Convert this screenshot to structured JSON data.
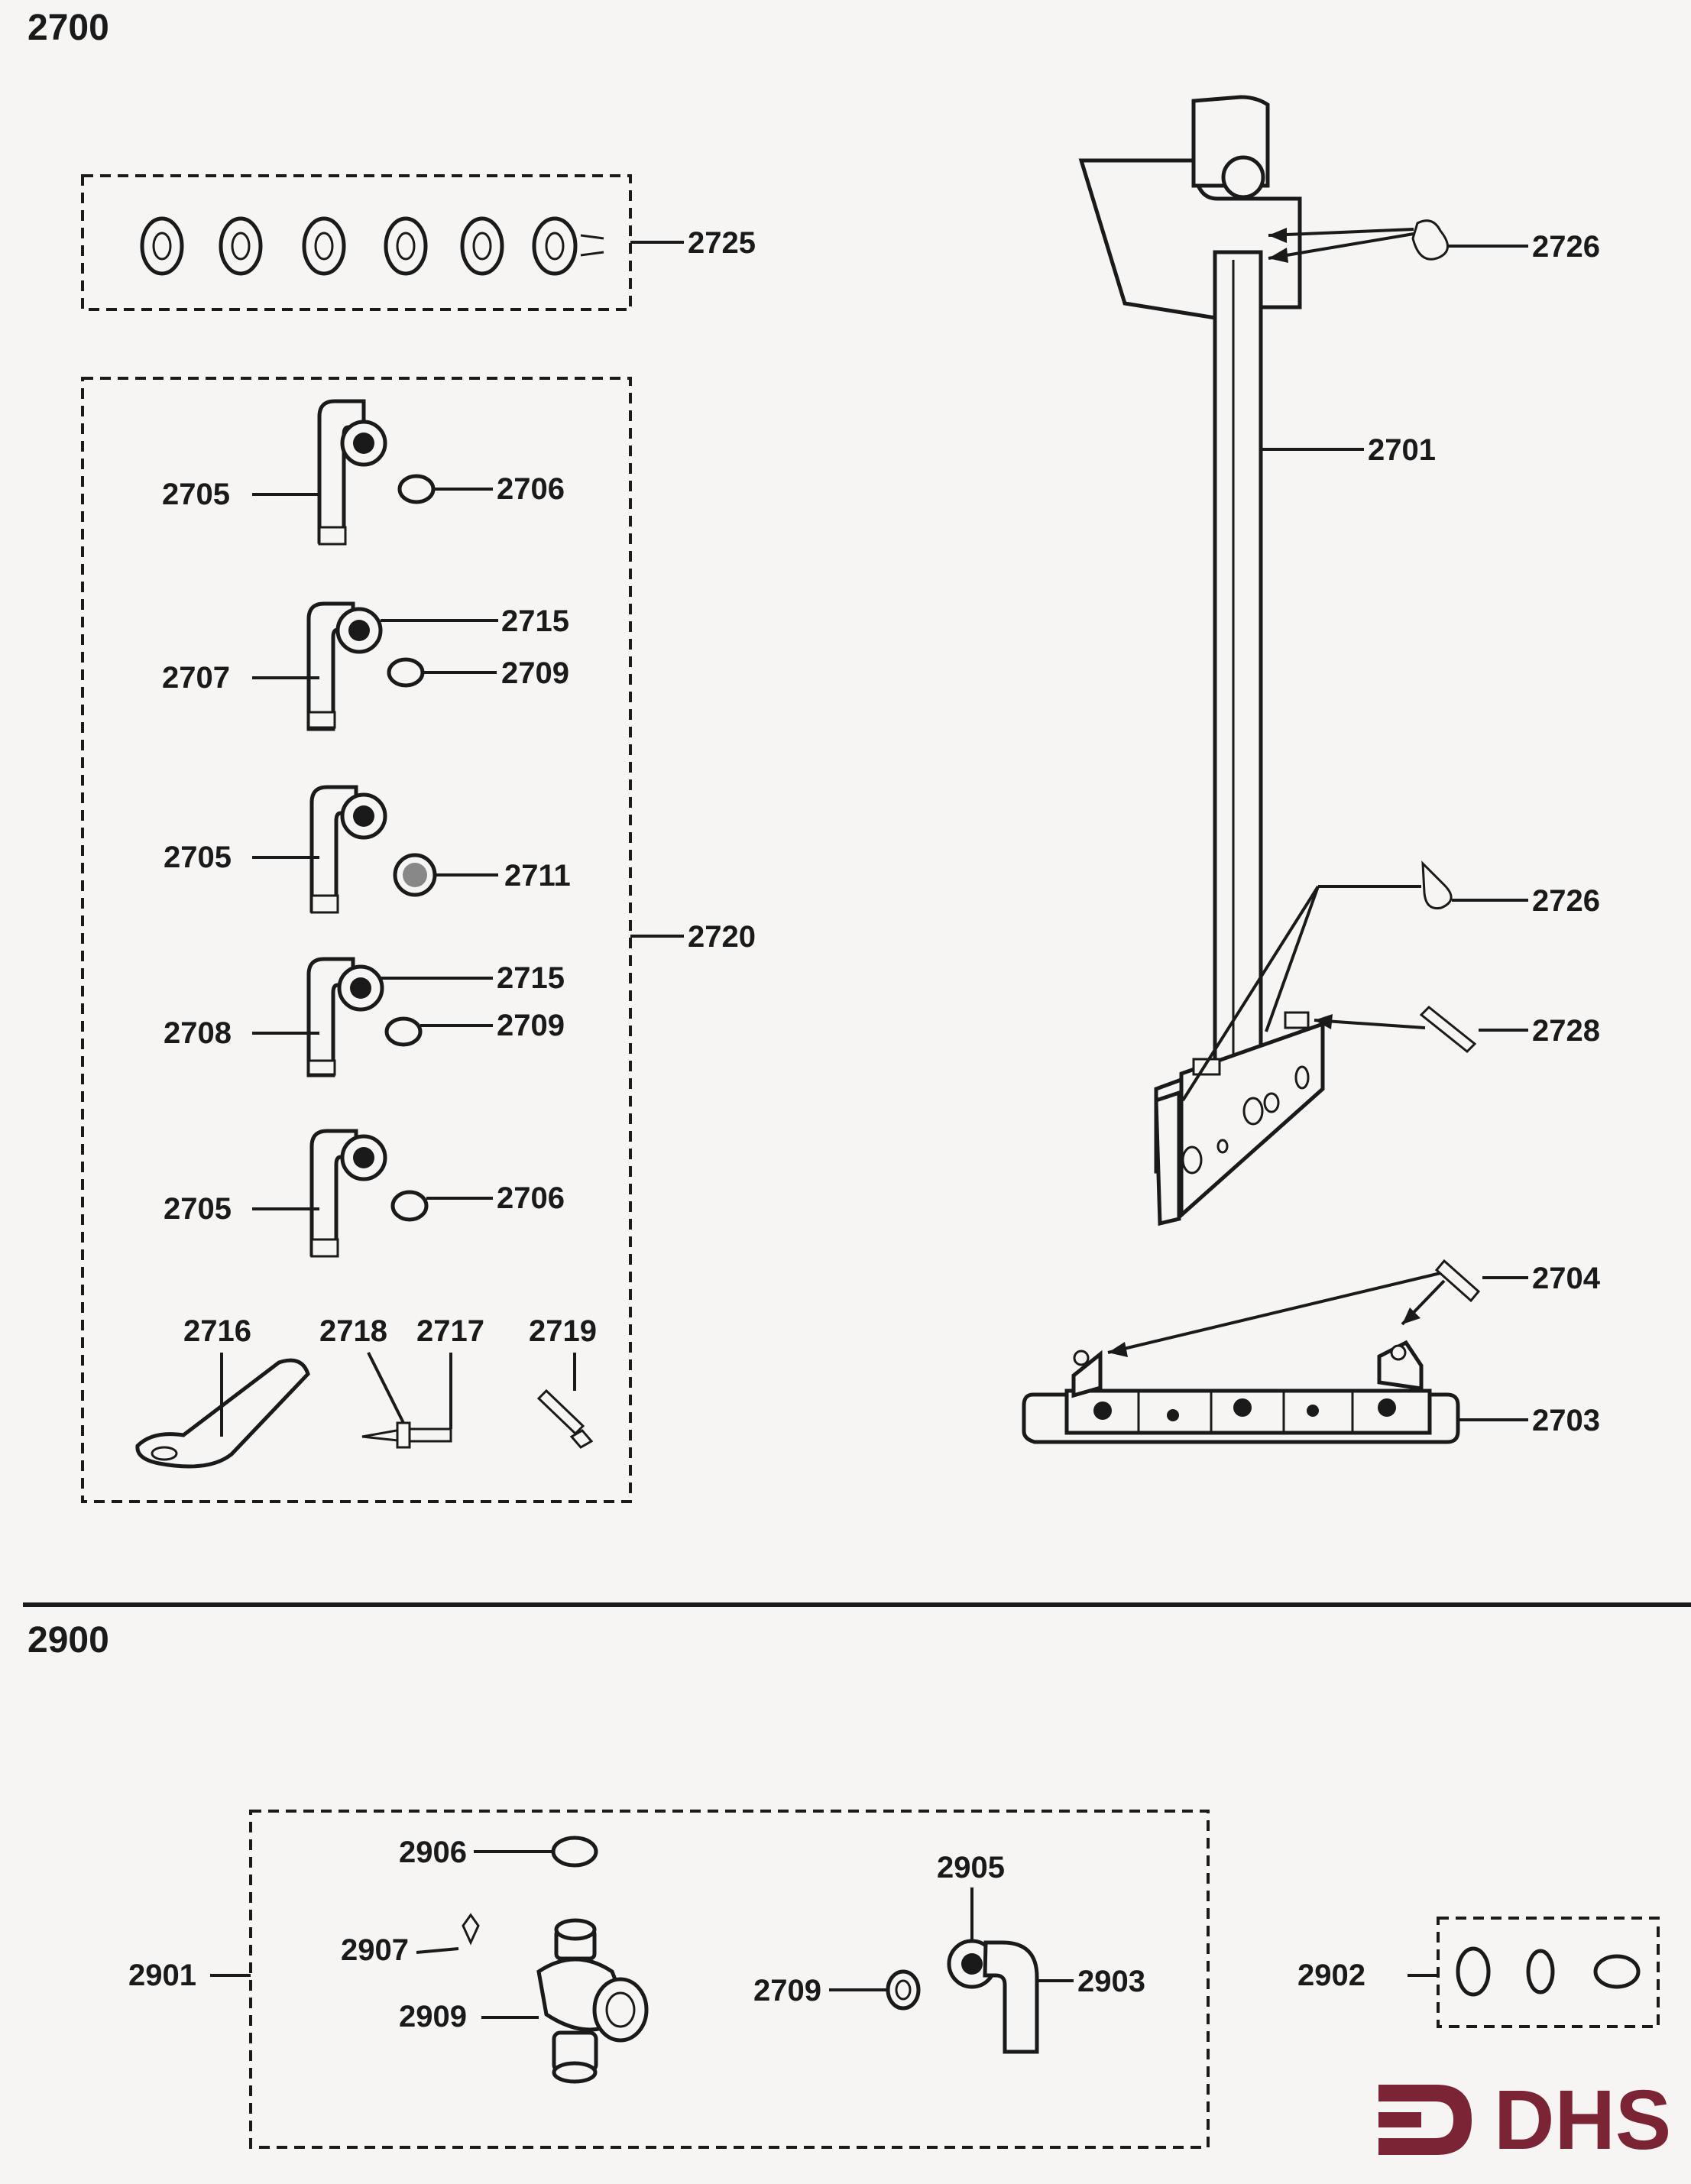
{
  "sections": {
    "top": "2700",
    "bottom": "2900"
  },
  "labels": {
    "l2725": "2725",
    "l2726a": "2726",
    "l2701": "2701",
    "l2705a": "2705",
    "l2706a": "2706",
    "l2715a": "2715",
    "l2707": "2707",
    "l2709a": "2709",
    "l2705b": "2705",
    "l2711": "2711",
    "l2720": "2720",
    "l2726b": "2726",
    "l2715b": "2715",
    "l2708": "2708",
    "l2709b": "2709",
    "l2728": "2728",
    "l2705c": "2705",
    "l2706b": "2706",
    "l2716": "2716",
    "l2718": "2718",
    "l2717": "2717",
    "l2719": "2719",
    "l2704": "2704",
    "l2703": "2703",
    "l2906": "2906",
    "l2905": "2905",
    "l2907": "2907",
    "l2901": "2901",
    "l2909": "2909",
    "l2709c": "2709",
    "l2903": "2903",
    "l2902": "2902"
  },
  "logo": {
    "text": "DHS",
    "color": "#7a2436"
  },
  "colors": {
    "ink": "#1a1a1a",
    "paper": "#f6f5f3"
  }
}
